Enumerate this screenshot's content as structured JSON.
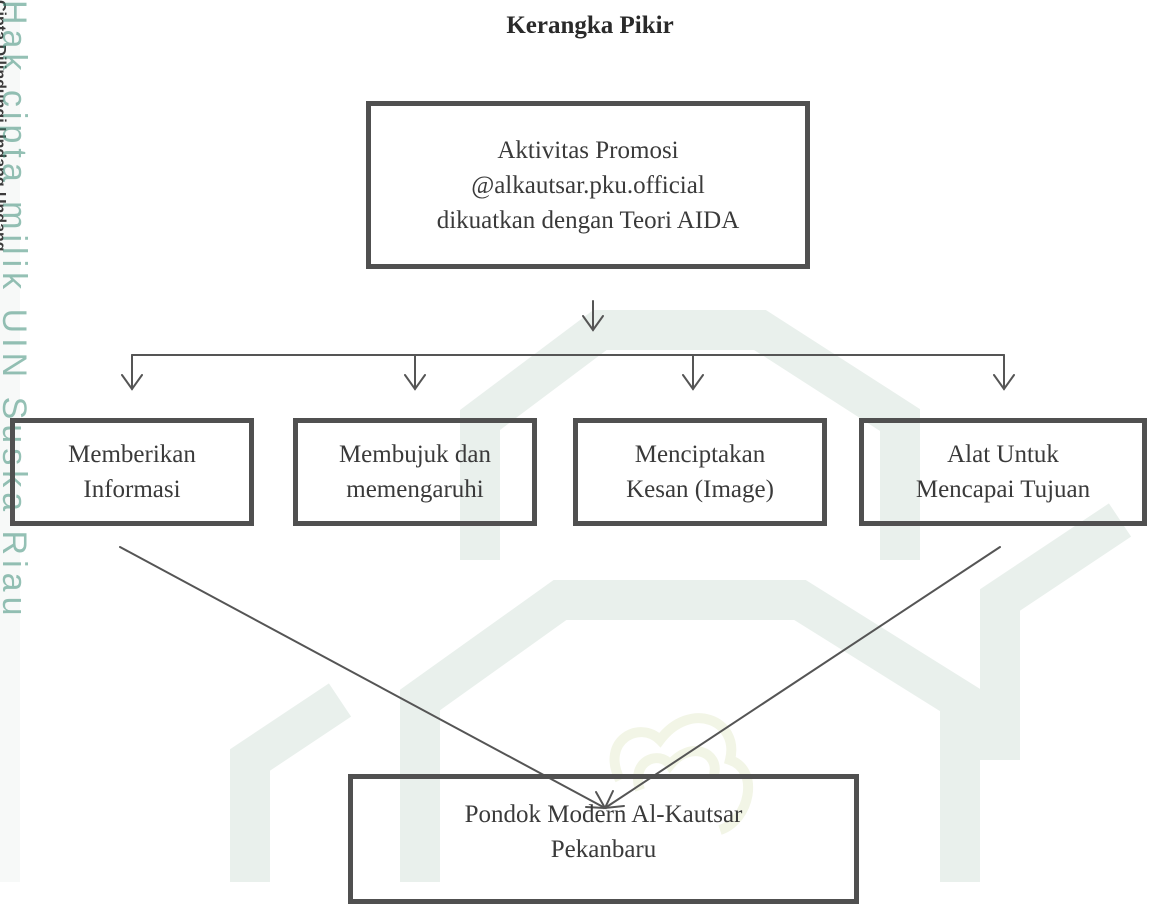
{
  "side": {
    "law_text": "Cipta Dilindungi Undang-Undang",
    "watermark_text": "Hak cipta milik UIN Suska Riau"
  },
  "title": "Kerangka Pikir",
  "top_box": "Aktivitas Promosi\n@alkautsar.pku.official\ndikuatkan dengan Teori AIDA",
  "branches": [
    "Memberikan\nInformasi",
    "Membujuk dan\nmemengaruhi",
    "Menciptakan\nKesan (Image)",
    "Alat Untuk\nMencapai Tujuan"
  ],
  "bottom_box": "Pondok Modern Al-Kautsar\nPekanbaru",
  "colors": {
    "line": "#555555",
    "box_border": "#505050",
    "watermark": "#3f8f7a"
  }
}
